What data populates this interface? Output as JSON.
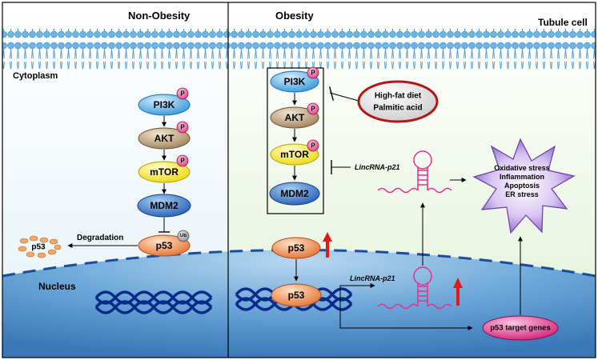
{
  "panels": {
    "left_title": "Non-Obesity",
    "right_title": "Obesity",
    "cell_label": "Tubule cell",
    "cytoplasm_label": "Cytoplasm",
    "nucleus_label": "Nucleus"
  },
  "left_pathway": {
    "pi3k": "PI3K",
    "akt": "AKT",
    "mtor": "mTOR",
    "mdm2": "MDM2",
    "p53": "p53",
    "phospho_badge": "P",
    "ub_badge": "Ub",
    "degradation_label": "Degradation",
    "degraded_p53": "p53"
  },
  "right_pathway": {
    "pi3k": "PI3K",
    "akt": "AKT",
    "mtor": "mTOR",
    "mdm2": "MDM2",
    "phospho_badge": "P",
    "stimulus_line1": "High-fat diet",
    "stimulus_line2": "Palmitic acid",
    "lincrna_cyto": "LincRNA-p21",
    "lincrna_nuc": "LincRNA-p21",
    "p53_cyto": "p53",
    "p53_nuc": "p53",
    "target_genes": "p53 target genes",
    "outcomes": [
      "Oxidative stress",
      "Inflammation",
      "Apoptosis",
      "ER stress"
    ]
  },
  "colors": {
    "pi3k": "#3aa0e0",
    "akt": "#a88a62",
    "mtor": "#f0e020",
    "mdm2": "#2e6cc0",
    "p53": "#e8763a",
    "target": "#d4207a",
    "star": "#8a60c8",
    "lincrna": "#e0308a",
    "up_arrow": "#e01818",
    "phospho": "#e0508a",
    "dna": "#0a2a8a"
  }
}
